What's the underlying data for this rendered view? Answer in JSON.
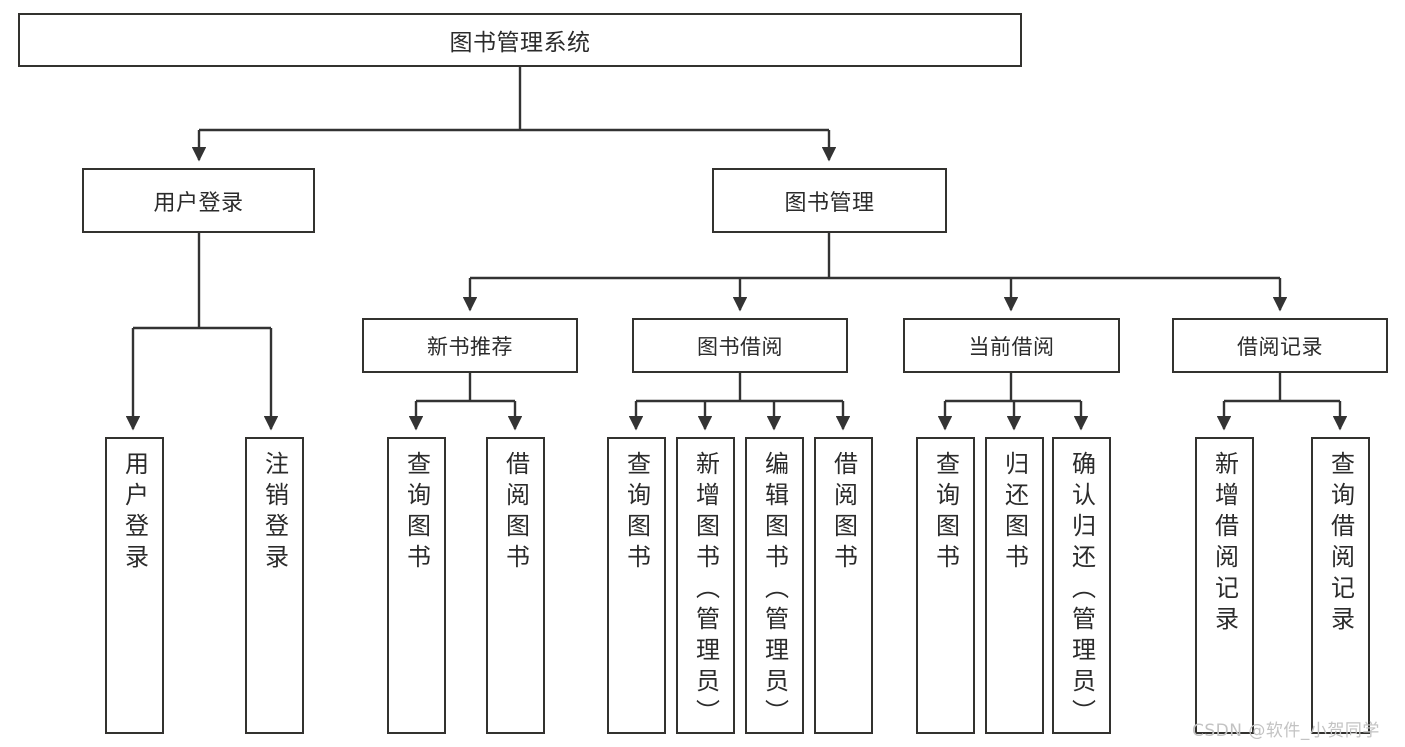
{
  "diagram": {
    "title": "图书管理系统",
    "type": "hierarchy-tree",
    "root": {
      "label": "图书管理系统"
    },
    "level1": [
      {
        "label": "用户登录"
      },
      {
        "label": "图书管理"
      }
    ],
    "level2": [
      {
        "label": "新书推荐"
      },
      {
        "label": "图书借阅"
      },
      {
        "label": "当前借阅"
      },
      {
        "label": "借阅记录"
      }
    ],
    "leaves": {
      "user_login": [
        {
          "label": "用户登录"
        },
        {
          "label": "注销登录"
        }
      ],
      "new_book_recommend": [
        {
          "label": "查询图书"
        },
        {
          "label": "借阅图书"
        }
      ],
      "book_borrow": [
        {
          "label": "查询图书"
        },
        {
          "label": "新增图书（管理员）"
        },
        {
          "label": "编辑图书（管理员）"
        },
        {
          "label": "借阅图书"
        }
      ],
      "current_borrow": [
        {
          "label": "查询图书"
        },
        {
          "label": "归还图书"
        },
        {
          "label": "确认归还（管理员）"
        }
      ],
      "borrow_record": [
        {
          "label": "新增借阅记录"
        },
        {
          "label": "查询借阅记录"
        }
      ]
    }
  },
  "watermark": {
    "text": "CSDN @软件_小贺同学"
  },
  "colors": {
    "box_border": "#33322f",
    "box_fill": "#ffffff",
    "text": "#2b2b2b",
    "edge": "#333333",
    "watermark": "#c3c3c3"
  }
}
